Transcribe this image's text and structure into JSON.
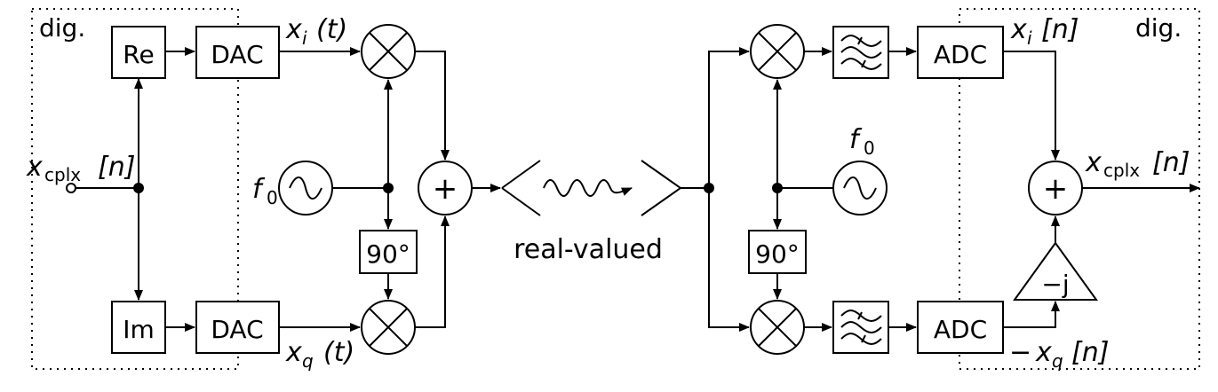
{
  "tx": {
    "dig_label": "dig.",
    "re_label": "Re",
    "im_label": "Im",
    "dac_label": "DAC",
    "f0": {
      "base": "f",
      "sub": "0"
    },
    "phase_label": "90°",
    "input_label": {
      "base": "x",
      "sub": "cplx",
      "idx": "[n]"
    },
    "xi_label": {
      "base": "x",
      "sub": "i",
      "arg": "(t)"
    },
    "xq_label": {
      "base": "x",
      "sub": "q",
      "arg": "(t)"
    },
    "sum_symbol": "+"
  },
  "channel": {
    "label": "real-valued"
  },
  "rx": {
    "dig_label": "dig.",
    "adc_label": "ADC",
    "f0": {
      "base": "f",
      "sub": "0"
    },
    "phase_label": "90°",
    "xi_label": {
      "base": "x",
      "sub": "i",
      "idx": "[n]"
    },
    "xq_label": {
      "prefix": "−",
      "base": "x",
      "sub": "q",
      "idx": "[n]"
    },
    "output_label": {
      "base": "x",
      "sub": "cplx",
      "idx": "[n]"
    },
    "gain_label": "−j",
    "sum_symbol": "+"
  }
}
